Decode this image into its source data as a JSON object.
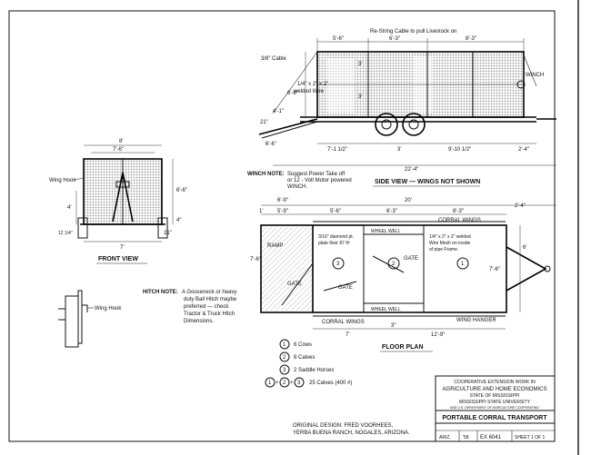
{
  "side_view": {
    "title": "SIDE VIEW — WINGS NOT SHOWN",
    "callout_cable": "Re-String Cable to pull Livestock on",
    "callout_cable_size": "3/8\" Cable",
    "callout_wire": "1/4\" x 2\" x 2\"",
    "callout_wire2": "welded Wire",
    "callout_winch": "WINCH",
    "dims_top": [
      "5'-6\"",
      "6'-3\"",
      "8'-3\""
    ],
    "dim_height_left": "6'-6\"",
    "dim_left_small": "4'-1\"",
    "dim_21": "21\"",
    "dim_ramp": "6'-6\"",
    "dim_3a": "3'",
    "dim_3b": "3'",
    "dims_bottom": [
      "7'-1 1/2\"",
      "3'",
      "9'-10 1/2\"",
      "2'-4\""
    ],
    "dim_total": "22'-4\""
  },
  "winch_note": {
    "heading": "WINCH NOTE:",
    "lines": [
      "Suggest Power Take off",
      "or 12 - Volt Motor powered",
      "WINCH."
    ]
  },
  "front_view": {
    "title": "FRONT VIEW",
    "callout_wing_hook": "Wing Hook",
    "dim_top": "8'",
    "dim_inner": "7'-6\"",
    "dim_height": "6'-6\"",
    "dim_4ft": "4'",
    "dim_4in": "4\"",
    "dim_ramp": "12 1/4\"",
    "dim_21": "21\"",
    "dim_bottom": "7'"
  },
  "hitch_note": {
    "heading": "HITCH NOTE:",
    "lines": [
      "A Gooseneck or heavy",
      "duty Ball Hitch maybe",
      "preferred — check",
      "Tractor & Truck Hitch",
      "Dimensions."
    ]
  },
  "wing_hook_detail": {
    "label": "Wing Hook"
  },
  "floor_plan": {
    "title": "FLOOR PLAN",
    "dims_top": [
      "6'-9\"",
      "20'",
      "2'-4\""
    ],
    "dims_second": [
      "1'",
      "5'-9\"",
      "5'-6\"",
      "6'-3\"",
      "8'-3\""
    ],
    "ramp": "RAMP",
    "ramp_dim": "7'-6\"",
    "plate_note": [
      "3/16\" diamond pt.",
      "plate floor 87 ft²"
    ],
    "gate_left": "GATE",
    "gate_center": "GATE",
    "gate_right": "GATE",
    "wheel_well_top": "WHEEL WELL",
    "wheel_well_bottom": "WHEEL WELL",
    "corral_wings_top": "CORRAL WINGS",
    "corral_wings_bottom": "CORRAL WINGS",
    "mesh_note": [
      "1/4\" x 2\" x 2\" welded",
      "Wire Mesh on inside",
      "of pipe Frame."
    ],
    "dim_right_6": "6'",
    "dim_right_76": "7'-6\"",
    "wing_hanger": "WING HANGER",
    "dim_3in": "3\"",
    "dim_bottom_7": "7'",
    "dim_bottom_129": "12'-9\"",
    "pens": [
      "3",
      "2",
      "1"
    ]
  },
  "legend": {
    "items": [
      {
        "mark": "1",
        "text": "6 Cows"
      },
      {
        "mark": "2",
        "text": "8 Calves"
      },
      {
        "mark": "3",
        "text": "2 Saddle Horses"
      }
    ],
    "total_marks": [
      "1",
      "2",
      "3"
    ],
    "total_text": "25 Calves (400 #)"
  },
  "credits": {
    "line1": "ORIGINAL DESIGN: FRED VOORHEES,",
    "line2": "YERBA BUENA RANCH, NOGALES, ARIZONA."
  },
  "title_block": {
    "org1": "COOPERATIVE EXTENSION WORK IN",
    "org2": "AGRICULTURE AND HOME ECONOMICS",
    "org3": "STATE OF MISSISSIPPI",
    "org4": "MISSISSIPPI STATE UNIVERSITY",
    "fine": "AND U.S. DEPARTMENT OF AGRICULTURE COOPERATING",
    "title": "PORTABLE CORRAL TRANSPORT",
    "f_label": "ARIZ.",
    "f_year": "'58",
    "f_num": "EX 6041",
    "f_sheet": "SHEET 1 OF 1"
  }
}
